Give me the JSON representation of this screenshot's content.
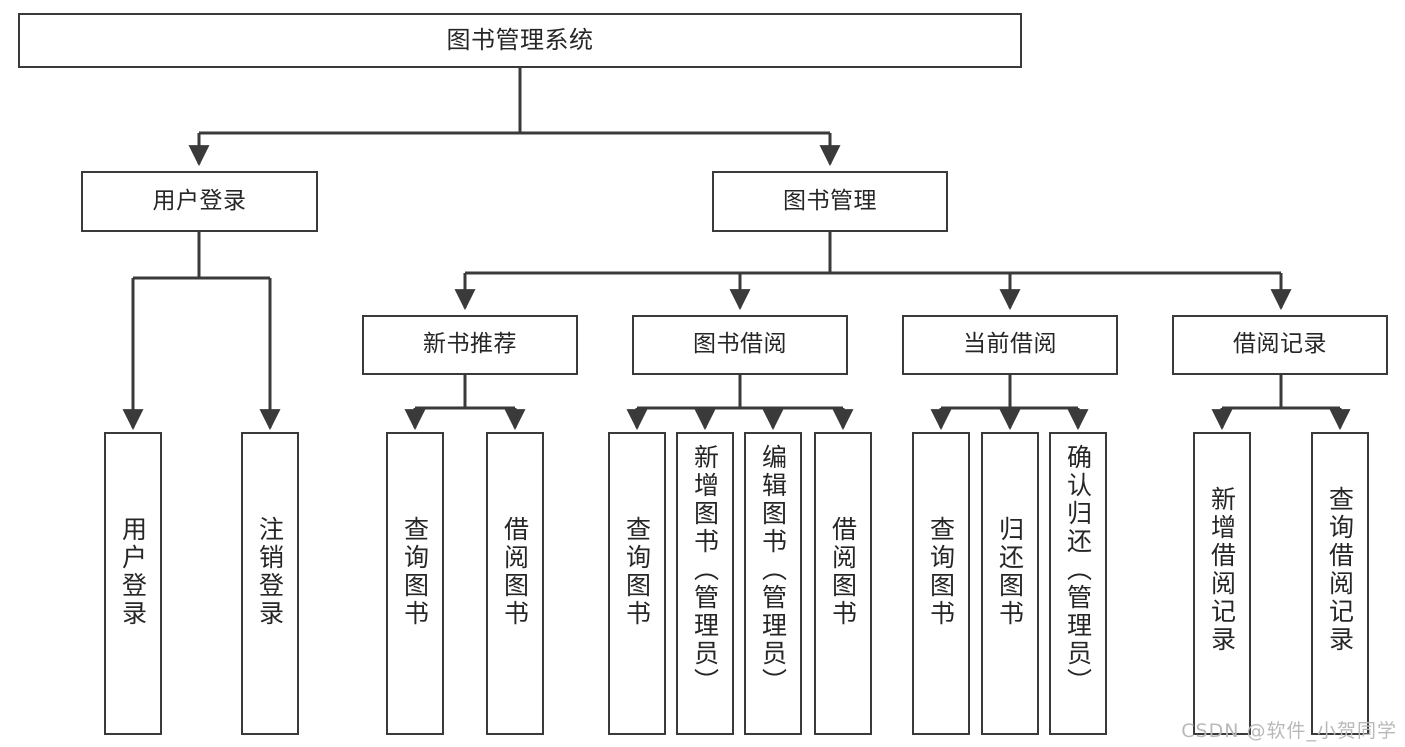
{
  "diagram": {
    "title": "图书管理系统",
    "type": "hierarchy-tree",
    "watermark": "CSDN @软件_小贺同学",
    "colors": {
      "stroke": "#3a3a3a",
      "fill": "#ffffff",
      "text": "#262626",
      "watermark": "#b9b9b9"
    },
    "root": {
      "id": "root",
      "label": "图书管理系统"
    },
    "level1": [
      {
        "id": "l1-0",
        "label": "用户登录"
      },
      {
        "id": "l1-1",
        "label": "图书管理"
      }
    ],
    "level2": [
      {
        "id": "l2-0",
        "label": "新书推荐",
        "parent": "l1-1"
      },
      {
        "id": "l2-1",
        "label": "图书借阅",
        "parent": "l1-1"
      },
      {
        "id": "l2-2",
        "label": "当前借阅",
        "parent": "l1-1"
      },
      {
        "id": "l2-3",
        "label": "借阅记录",
        "parent": "l1-1"
      }
    ],
    "leaves": [
      {
        "id": "lf-0",
        "label": "用户登录",
        "parent": "l1-0"
      },
      {
        "id": "lf-1",
        "label": "注销登录",
        "parent": "l1-0"
      },
      {
        "id": "lf-2",
        "label": "查询图书",
        "parent": "l2-0"
      },
      {
        "id": "lf-3",
        "label": "借阅图书",
        "parent": "l2-0"
      },
      {
        "id": "lf-4",
        "label": "查询图书",
        "parent": "l2-1"
      },
      {
        "id": "lf-5",
        "label": "新增图书（管理员）",
        "parent": "l2-1"
      },
      {
        "id": "lf-6",
        "label": "编辑图书（管理员）",
        "parent": "l2-1"
      },
      {
        "id": "lf-7",
        "label": "借阅图书",
        "parent": "l2-1"
      },
      {
        "id": "lf-8",
        "label": "查询图书",
        "parent": "l2-2"
      },
      {
        "id": "lf-9",
        "label": "归还图书",
        "parent": "l2-2"
      },
      {
        "id": "lf-10",
        "label": "确认归还（管理员）",
        "parent": "l2-2"
      },
      {
        "id": "lf-11",
        "label": "新增借阅记录",
        "parent": "l2-3"
      },
      {
        "id": "lf-12",
        "label": "查询借阅记录",
        "parent": "l2-3"
      }
    ]
  }
}
